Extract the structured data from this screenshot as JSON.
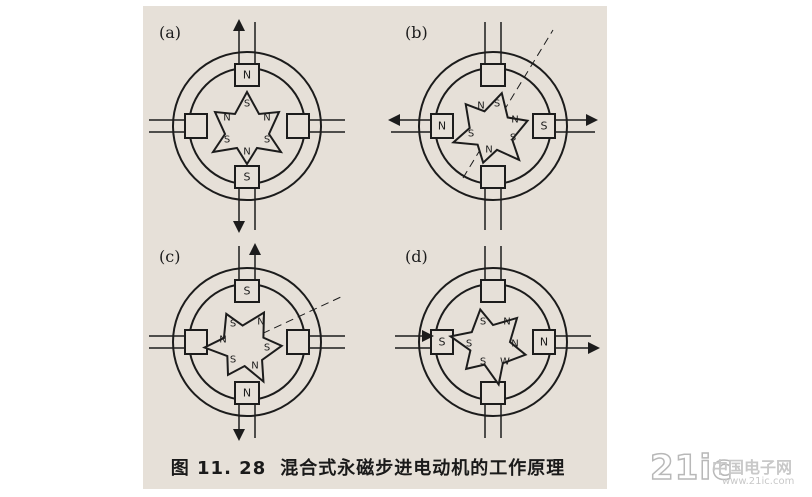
{
  "figure": {
    "caption_number": "图 11. 28",
    "caption_title": "混合式永磁步进电动机的工作原理"
  },
  "panels": [
    {
      "label": "(a)",
      "stator_poles": {
        "top": "N",
        "bottom": "S",
        "left": "",
        "right": ""
      },
      "rotor_poles": [
        "S",
        "N",
        "S",
        "N",
        "S",
        "N"
      ]
    },
    {
      "label": "(b)",
      "stator_poles": {
        "top": "",
        "bottom": "",
        "left": "N",
        "right": "S"
      },
      "rotor_poles": [
        "S",
        "N",
        "S",
        "N",
        "S",
        "N"
      ]
    },
    {
      "label": "(c)",
      "stator_poles": {
        "top": "S",
        "bottom": "N",
        "left": "",
        "right": ""
      },
      "rotor_poles": [
        "S",
        "N",
        "S",
        "N",
        "S",
        "N"
      ]
    },
    {
      "label": "(d)",
      "stator_poles": {
        "top": "",
        "bottom": "",
        "left": "S",
        "right": "N"
      },
      "rotor_poles": [
        "S",
        "N",
        "S",
        "N",
        "W",
        "S"
      ]
    }
  ],
  "watermark": {
    "logo": "21ic",
    "name": "中国电子网",
    "url": "www.21ic.com"
  },
  "colors": {
    "ink": "#1c1c1c",
    "paper": "#e6e0d8"
  }
}
